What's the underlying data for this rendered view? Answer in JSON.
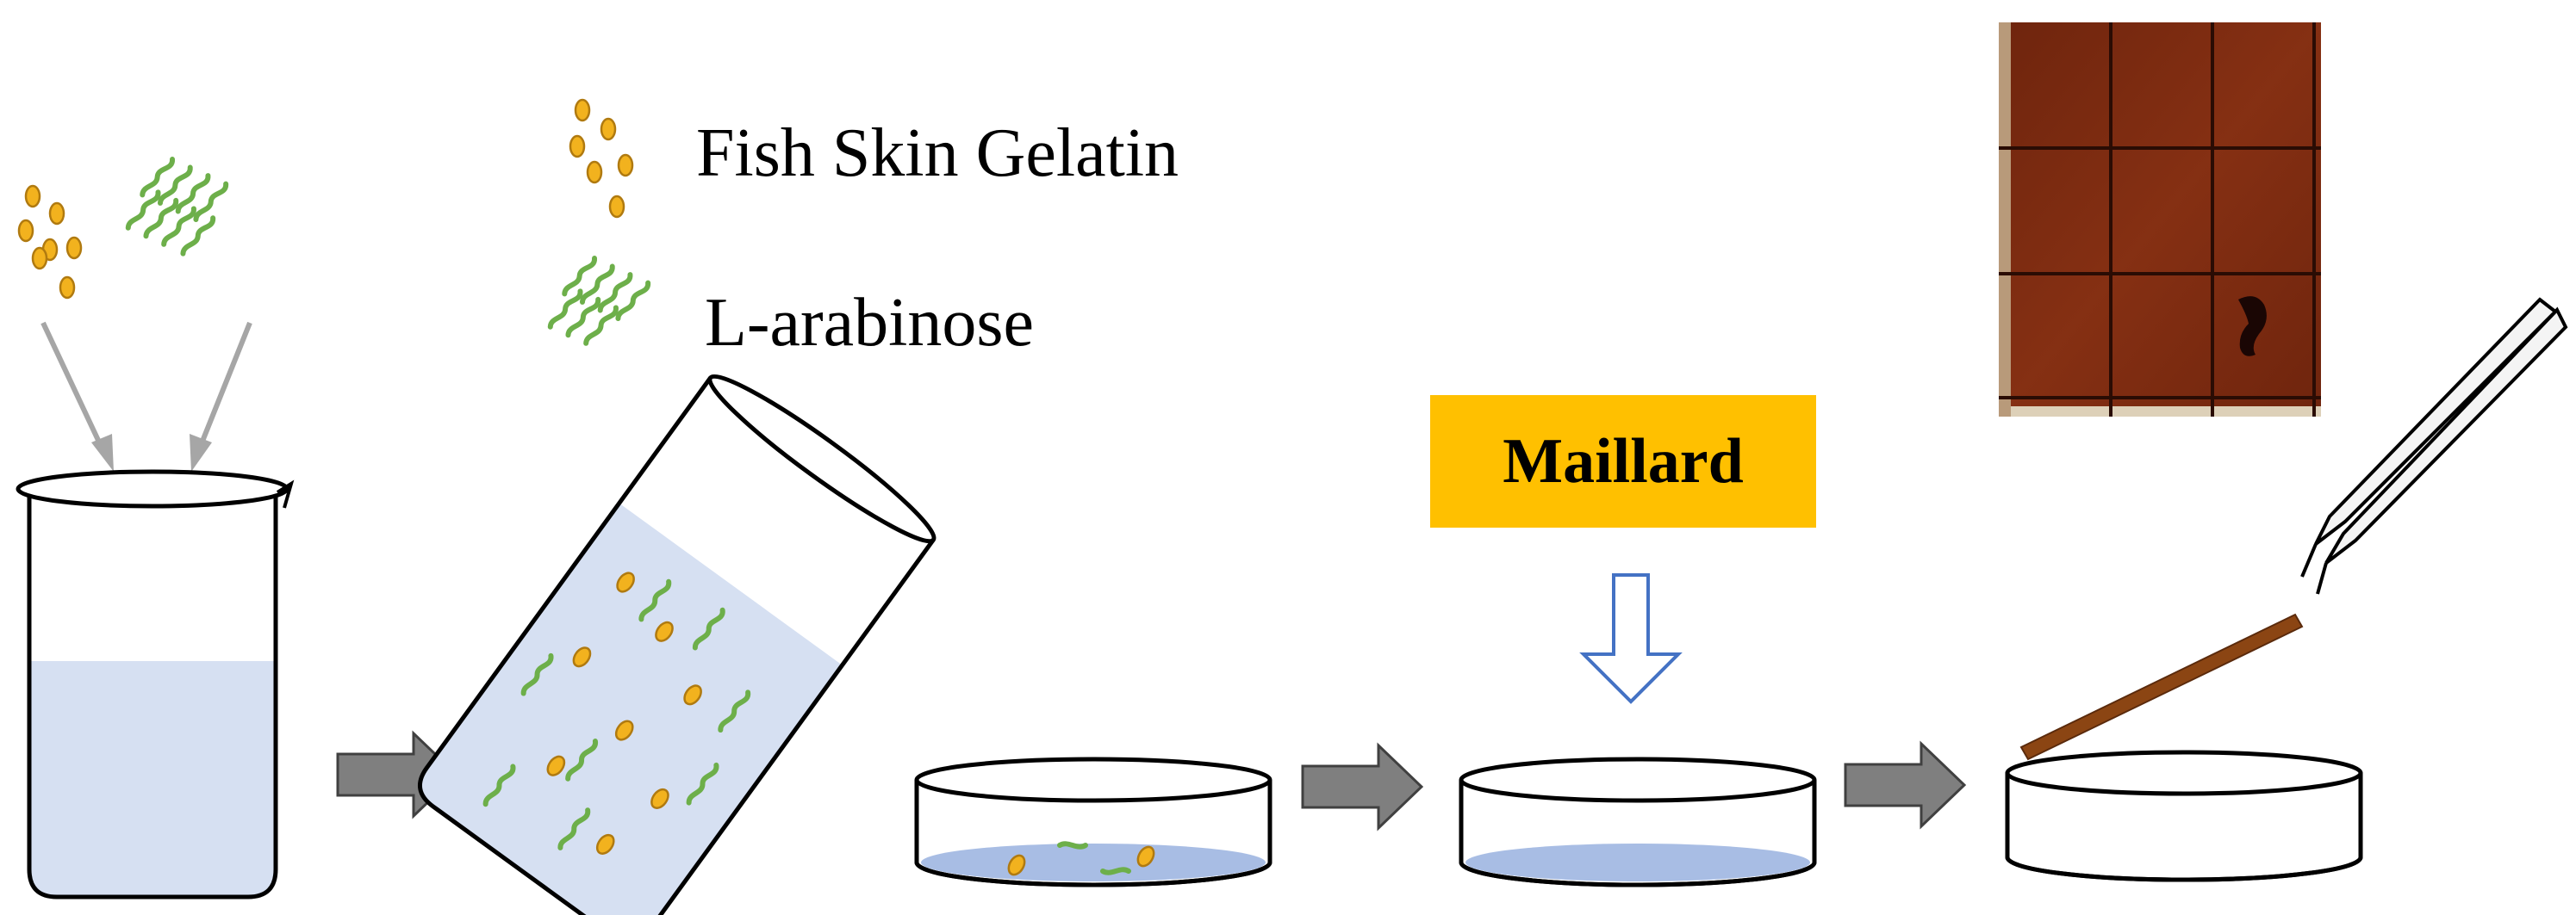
{
  "legend": {
    "gelatin_label": "Fish Skin Gelatin",
    "arabinose_label": "L-arabinose"
  },
  "process": {
    "reaction_label": "Maillard"
  },
  "colors": {
    "gelatin_granule": "#F2B21E",
    "gelatin_outline": "#B07A10",
    "arabinose_strand": "#6DAF4A",
    "solution": "#D6E0F2",
    "solution_dish": "#A8BDE4",
    "reaction_box": "#FFC000",
    "process_arrow": "#7F7F7F",
    "input_arrow": "#A6A6A6",
    "heat_arrow": "#4472C4",
    "film": "#8B3A1C",
    "film_strip": "#8B4513"
  },
  "icons": [
    "gelatin-granules-icon",
    "arabinose-strands-icon",
    "beaker-icon",
    "tilted-beaker-icon",
    "petri-dish-icon",
    "down-arrow-icon",
    "film-photo",
    "tweezers-icon"
  ]
}
